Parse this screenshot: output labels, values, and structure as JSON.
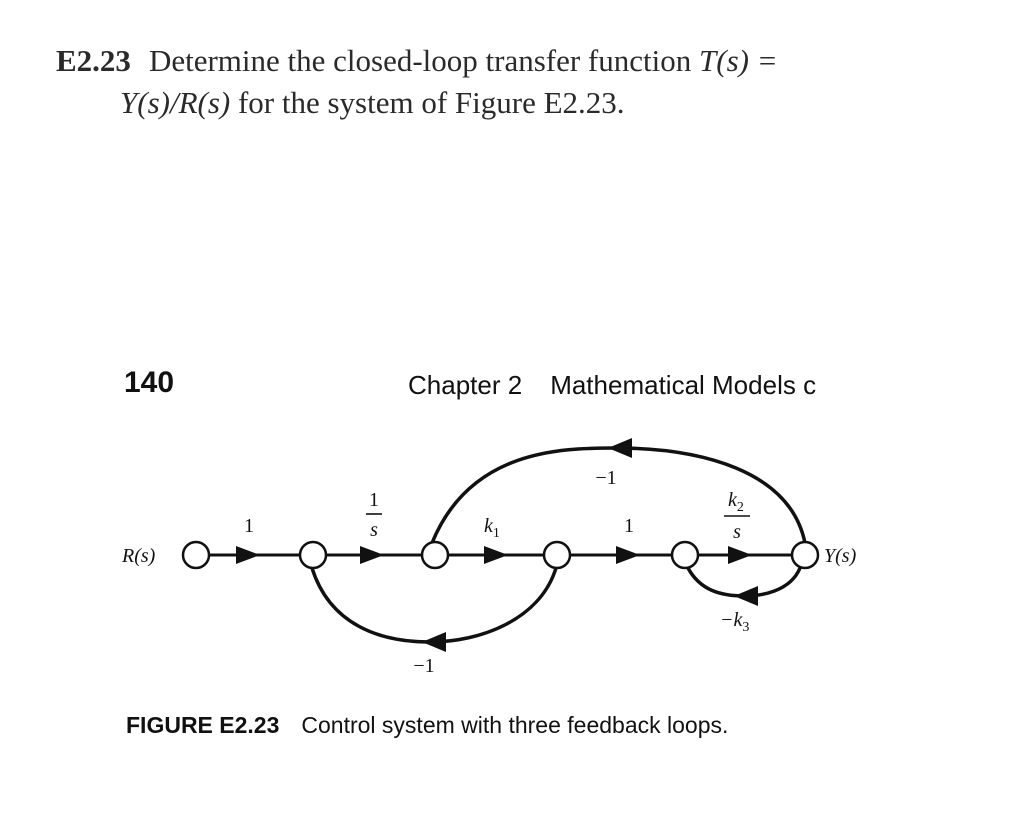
{
  "problem": {
    "number": "E2.23",
    "line1_text": "Determine the closed-loop transfer function",
    "line1_T": "T(s) =",
    "line2_frac": "Y(s)/R(s)",
    "line2_rest": "for the system of Figure E2.23."
  },
  "page": {
    "number": "140",
    "chapter": "Chapter 2",
    "chapter_title": "Mathematical Models c"
  },
  "diagram": {
    "input_label": "R(s)",
    "output_label": "Y(s)",
    "branch_gains": {
      "g1": "1",
      "g2_num": "1",
      "g2_den": "s",
      "k1": "k",
      "k1_sub": "1",
      "g4": "1",
      "k2": "k",
      "k2_sub": "2",
      "k2_den": "s",
      "top_feedback": "−1",
      "bottom_feedback": "−1",
      "k3": "−k",
      "k3_sub": "3"
    }
  },
  "caption": {
    "label": "FIGURE E2.23",
    "text": "Control system with three feedback loops."
  }
}
